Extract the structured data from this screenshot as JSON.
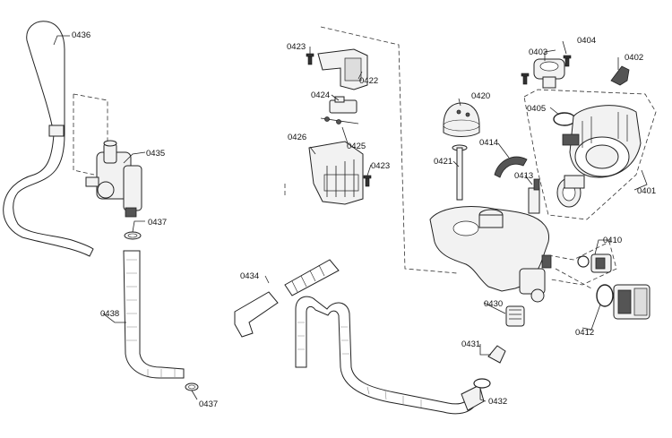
{
  "labels": {
    "p0436": "0436",
    "p0435": "0435",
    "p0437a": "0437",
    "p0438": "0438",
    "p0437b": "0437",
    "p0423a": "0423",
    "p0422": "0422",
    "p0424": "0424",
    "p0425": "0425",
    "p0426": "0426",
    "p0423b": "0423",
    "p0420": "0420",
    "p0421": "0421",
    "p0414": "0414",
    "p0413": "0413",
    "p0403": "0403",
    "p0404": "0404",
    "p0402": "0402",
    "p0405": "0405",
    "p0401": "0401",
    "p0410": "0410",
    "p0412": "0412",
    "p0430": "0430",
    "p0431": "0431",
    "p0432": "0432",
    "p0434": "0434"
  }
}
